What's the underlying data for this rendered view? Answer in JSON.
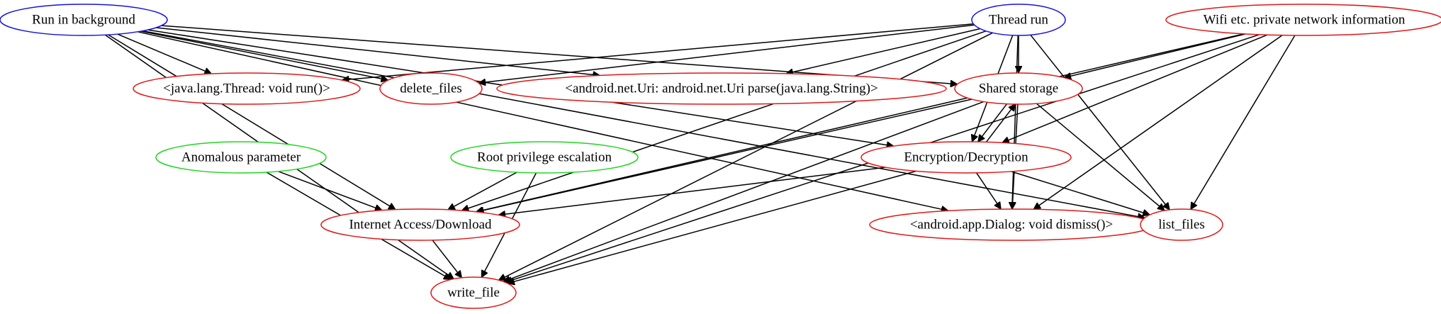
{
  "colors": {
    "blue": "#1515d8",
    "red": "#e01818",
    "green": "#22d422"
  },
  "nodes": {
    "run_bg": {
      "label": "Run in background",
      "color": "blue"
    },
    "thread": {
      "label": "Thread run",
      "color": "blue"
    },
    "wifi": {
      "label": "Wifi etc. private network information",
      "color": "red"
    },
    "jthread": {
      "label": "<java.lang.Thread: void run()>",
      "color": "red"
    },
    "delete": {
      "label": "delete_files",
      "color": "red"
    },
    "uri": {
      "label": "<android.net.Uri: android.net.Uri parse(java.lang.String)>",
      "color": "red"
    },
    "shared": {
      "label": "Shared storage",
      "color": "red"
    },
    "anom": {
      "label": "Anomalous parameter",
      "color": "green"
    },
    "root": {
      "label": "Root privilege escalation",
      "color": "green"
    },
    "enc": {
      "label": "Encryption/Decryption",
      "color": "red"
    },
    "internet": {
      "label": "Internet Access/Download",
      "color": "red"
    },
    "dialog": {
      "label": "<android.app.Dialog: void dismiss()>",
      "color": "red"
    },
    "list": {
      "label": "list_files",
      "color": "red"
    },
    "write": {
      "label": "write_file",
      "color": "red"
    }
  },
  "edges": [
    [
      "run_bg",
      "jthread"
    ],
    [
      "run_bg",
      "delete"
    ],
    [
      "run_bg",
      "uri"
    ],
    [
      "run_bg",
      "shared"
    ],
    [
      "run_bg",
      "internet"
    ],
    [
      "run_bg",
      "enc"
    ],
    [
      "run_bg",
      "dialog"
    ],
    [
      "run_bg",
      "list"
    ],
    [
      "run_bg",
      "write"
    ],
    [
      "thread",
      "jthread"
    ],
    [
      "thread",
      "delete"
    ],
    [
      "thread",
      "uri"
    ],
    [
      "thread",
      "shared"
    ],
    [
      "thread",
      "internet"
    ],
    [
      "thread",
      "enc"
    ],
    [
      "thread",
      "dialog"
    ],
    [
      "thread",
      "list"
    ],
    [
      "thread",
      "write"
    ],
    [
      "wifi",
      "shared"
    ],
    [
      "wifi",
      "enc"
    ],
    [
      "wifi",
      "internet"
    ],
    [
      "wifi",
      "dialog"
    ],
    [
      "wifi",
      "list"
    ],
    [
      "wifi",
      "write"
    ],
    [
      "shared",
      "enc"
    ],
    [
      "enc",
      "shared"
    ],
    [
      "shared",
      "internet"
    ],
    [
      "shared",
      "dialog"
    ],
    [
      "shared",
      "list"
    ],
    [
      "shared",
      "write"
    ],
    [
      "enc",
      "internet"
    ],
    [
      "enc",
      "dialog"
    ],
    [
      "enc",
      "list"
    ],
    [
      "enc",
      "write"
    ],
    [
      "anom",
      "internet"
    ],
    [
      "anom",
      "write"
    ],
    [
      "root",
      "internet"
    ],
    [
      "root",
      "write"
    ],
    [
      "internet",
      "write"
    ]
  ]
}
